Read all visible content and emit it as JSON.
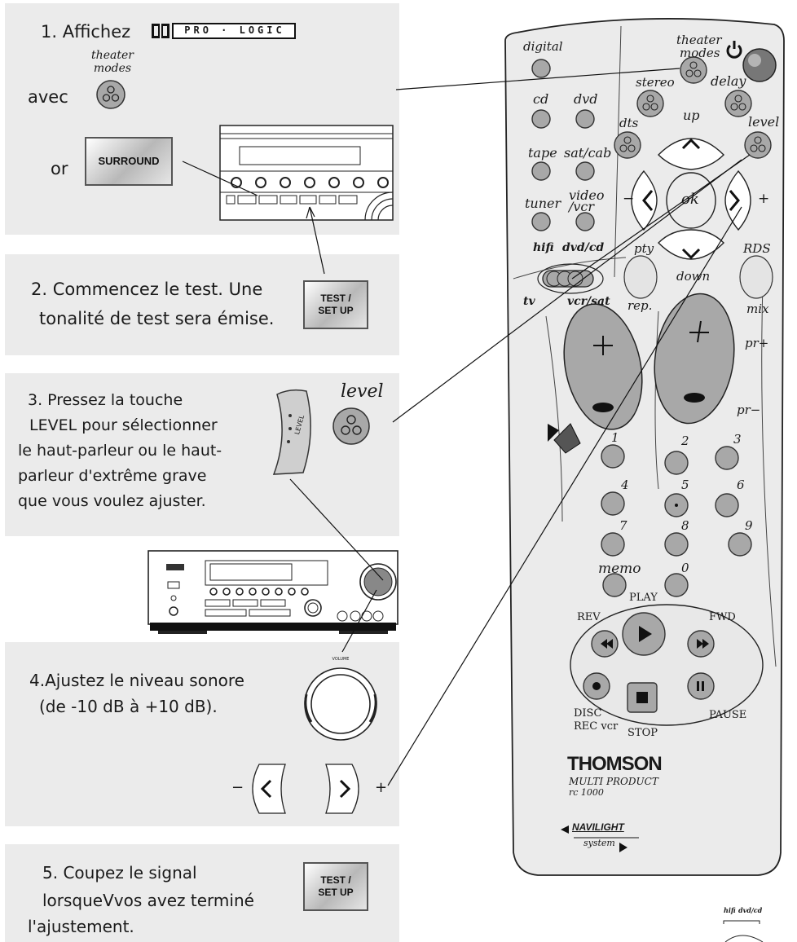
{
  "step1": {
    "label": "1. Affichez",
    "logo_text": "PRO · LOGIC",
    "avec": "avec",
    "theater_modes": "theater modes",
    "or": "or",
    "surround_button": "SURROUND"
  },
  "step2": {
    "line1": "2. Commencez le test. Une",
    "line2": "tonalité de test sera émise.",
    "button_line1": "TEST /",
    "button_line2": "SET UP"
  },
  "step3": {
    "lines": [
      "3. Pressez la touche",
      "LEVEL pour sélectionner",
      "le haut-parleur ou le haut-",
      "parleur d'extrême grave",
      "que vous voulez ajuster."
    ],
    "level_label": "level",
    "level_key": "LEVEL"
  },
  "step4": {
    "line1": "4.Ajustez le niveau sonore",
    "line2": "(de -10 dB à +10 dB).",
    "volume": "VOLUME",
    "minus": "−",
    "plus": "+"
  },
  "step5": {
    "line1": "5. Coupez le signal",
    "line2": "lorsqueVvos avez terminé",
    "line3": "l'ajustement.",
    "button_line1": "TEST /",
    "button_line2": "SET UP"
  },
  "remote": {
    "digital": "digital",
    "theater": "theater",
    "modes": "modes",
    "stereo": "stereo",
    "delay": "delay",
    "cd": "cd",
    "dvd": "dvd",
    "dts": "dts",
    "up": "up",
    "level": "level",
    "tape": "tape",
    "satcab": "sat/cab",
    "tuner": "tuner",
    "video": "video",
    "vcr": "/vcr",
    "ok": "ok",
    "minus": "−",
    "plus": "+",
    "hifi": "hifi",
    "dvdcd": "dvd/cd",
    "pty": "pty",
    "rds": "RDS",
    "down": "down",
    "tv": "tv",
    "vcrsat": "vcr/sat",
    "rep": "rep.",
    "mix": "mix",
    "prplus": "pr+",
    "prminus": "pr−",
    "digits": [
      "1",
      "2",
      "3",
      "4",
      "5",
      "6",
      "7",
      "8",
      "9",
      "0"
    ],
    "memo": "memo",
    "play": "PLAY",
    "rev": "REV",
    "fwd": "FWD",
    "disc": "DISC",
    "recvcr": "REC vcr",
    "stop": "STOP",
    "pause": "PAUSE",
    "brand": "THOMSON",
    "multi": "MULTI PRODUCT",
    "model": "rc 1000",
    "navilight": "NAVILIGHT",
    "system": "system"
  },
  "corner": {
    "hifi": "hifi",
    "dvdcd": "dvd/cd"
  }
}
